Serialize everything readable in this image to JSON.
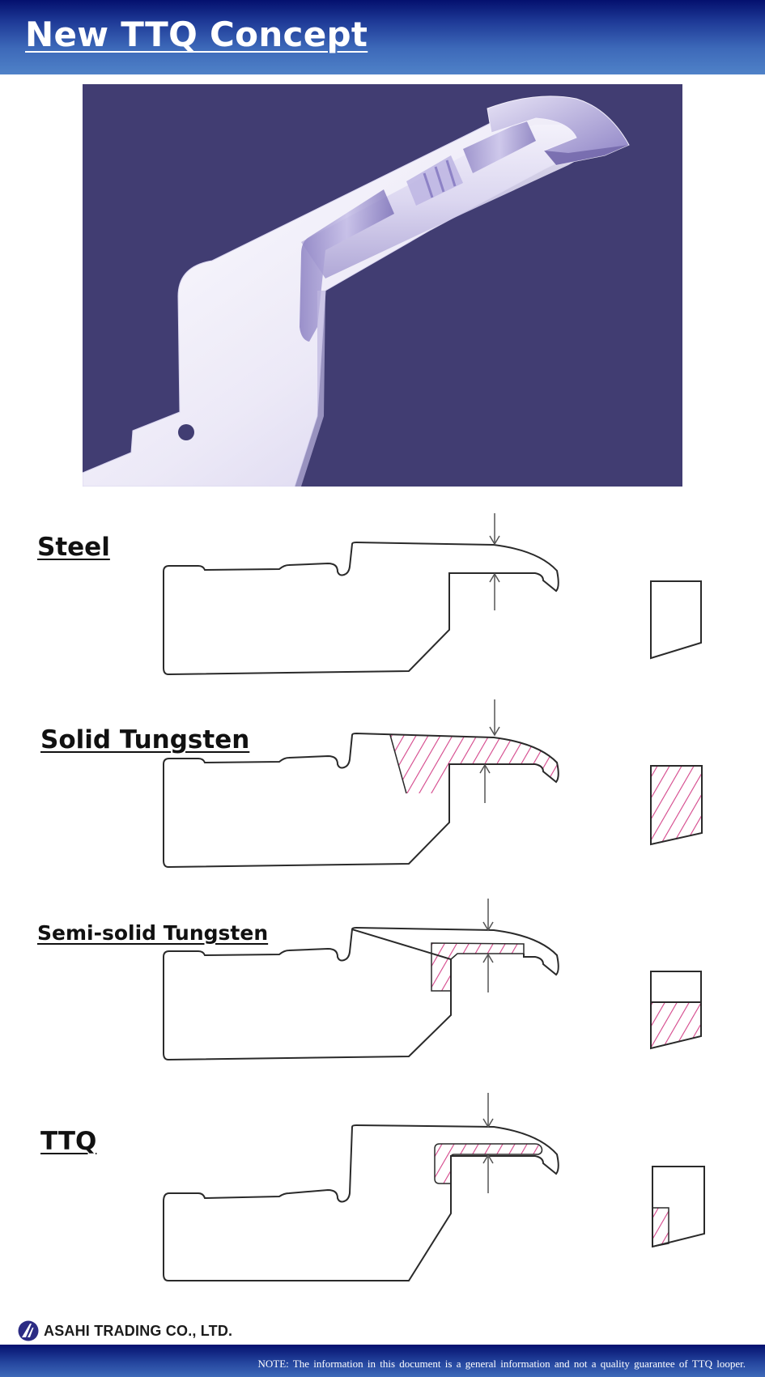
{
  "header": {
    "title": "New TTQ Concept"
  },
  "diagram": {
    "rows": [
      {
        "label": "Steel",
        "fill": "none"
      },
      {
        "label": "Solid Tungsten",
        "fill": "full"
      },
      {
        "label": "Semi-solid Tungsten",
        "fill": "partial"
      },
      {
        "label": "TTQ",
        "fill": "inner"
      }
    ]
  },
  "company": {
    "name": "ASAHI TRADING CO., LTD."
  },
  "footer": {
    "note": "NOTE: The information in this document is a general information and not a quality guarantee of TTQ looper."
  },
  "colors": {
    "header_dark": "#04106e",
    "header_light": "#4f82c8",
    "photo_background": "#413d72",
    "hatch": "#d4458a",
    "outline": "#2a2a2a"
  },
  "icons": {
    "company_logo": "asahi-logo-icon",
    "arrows": "thickness-arrow-icon"
  }
}
